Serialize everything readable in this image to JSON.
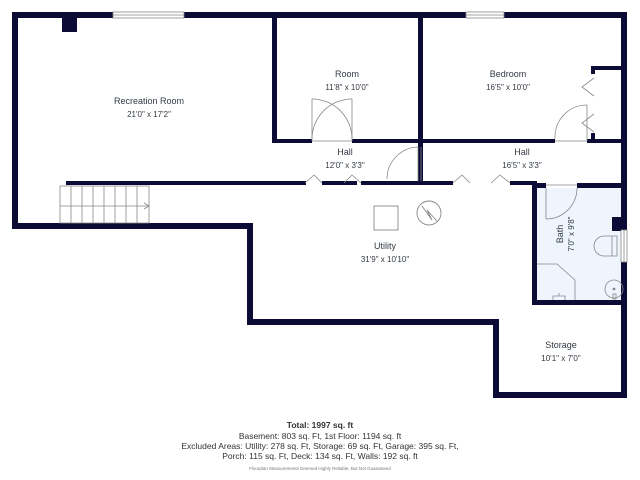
{
  "colors": {
    "wall": "#0b0b35",
    "fixture_line": "#888888",
    "bath_fill": "#eef5fc",
    "text": "#333a44"
  },
  "rooms": {
    "recreation": {
      "name": "Recreation Room",
      "dims": "21'0\" x 17'2\""
    },
    "room": {
      "name": "Room",
      "dims": "11'8\" x 10'0\""
    },
    "bedroom": {
      "name": "Bedroom",
      "dims": "16'5\" x 10'0\""
    },
    "hall_left": {
      "name": "Hall",
      "dims": "12'0\" x 3'3\""
    },
    "hall_right": {
      "name": "Hall",
      "dims": "16'5\" x 3'3\""
    },
    "utility": {
      "name": "Utility",
      "dims": "31'9\" x 10'10\""
    },
    "bath": {
      "name": "Bath",
      "dims": "7'0\" x 9'8\""
    },
    "storage": {
      "name": "Storage",
      "dims": "10'1\" x 7'0\""
    }
  },
  "icons": {
    "water_heater": "square-appliance-icon",
    "furnace": "electrical-panel-icon",
    "stairs": "stairs-icon",
    "toilet": "toilet-icon",
    "sink": "sink-icon",
    "shower": "shower-icon"
  },
  "summary": {
    "total": "Total: 1997 sq. ft",
    "line1": "Basement: 803 sq. Ft, 1st Floor: 1194 sq. ft",
    "line2": "Excluded Areas: Utility: 278 sq. Ft, Storage: 69 sq. Ft, Garage: 395 sq. Ft,",
    "line3": "Porch: 115 sq. Ft, Deck: 134 sq. Ft, Walls: 192 sq. ft",
    "disclaimer": "Floorplan Measurements Deemed Highly Reliable, But Not Guaranteed"
  }
}
